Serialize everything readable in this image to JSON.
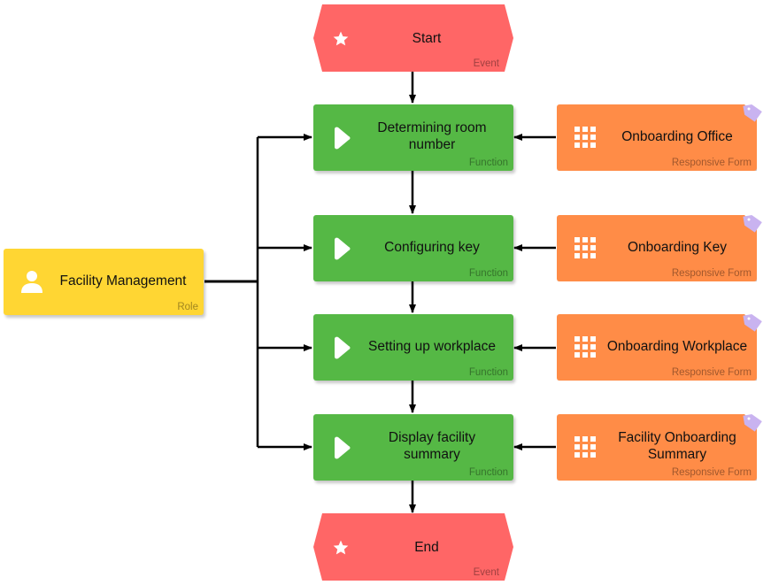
{
  "colors": {
    "event": "#ff6666",
    "function": "#55b845",
    "form": "#ff8c47",
    "role": "#ffd633",
    "form_corner": "#c9b3f0",
    "edge": "#000000"
  },
  "nodes": {
    "start": {
      "label": "Start",
      "type": "Event",
      "icon": "star-icon"
    },
    "end": {
      "label": "End",
      "type": "Event",
      "icon": "star-icon"
    },
    "func1": {
      "label": "Determining room number",
      "type": "Function",
      "icon": "play-icon"
    },
    "func2": {
      "label": "Configuring key",
      "type": "Function",
      "icon": "play-icon"
    },
    "func3": {
      "label": "Setting up workplace",
      "type": "Function",
      "icon": "play-icon"
    },
    "func4": {
      "label": "Display facility summary",
      "type": "Function",
      "icon": "play-icon"
    },
    "form1": {
      "label": "Onboarding Office",
      "type": "Responsive Form",
      "icon": "grid-icon"
    },
    "form2": {
      "label": "Onboarding Key",
      "type": "Responsive Form",
      "icon": "grid-icon"
    },
    "form3": {
      "label": "Onboarding Workplace",
      "type": "Responsive Form",
      "icon": "grid-icon"
    },
    "form4": {
      "label": "Facility Onboarding Summary",
      "type": "Responsive Form",
      "icon": "grid-icon"
    },
    "role": {
      "label": "Facility Management",
      "type": "Role",
      "icon": "person-icon"
    }
  }
}
